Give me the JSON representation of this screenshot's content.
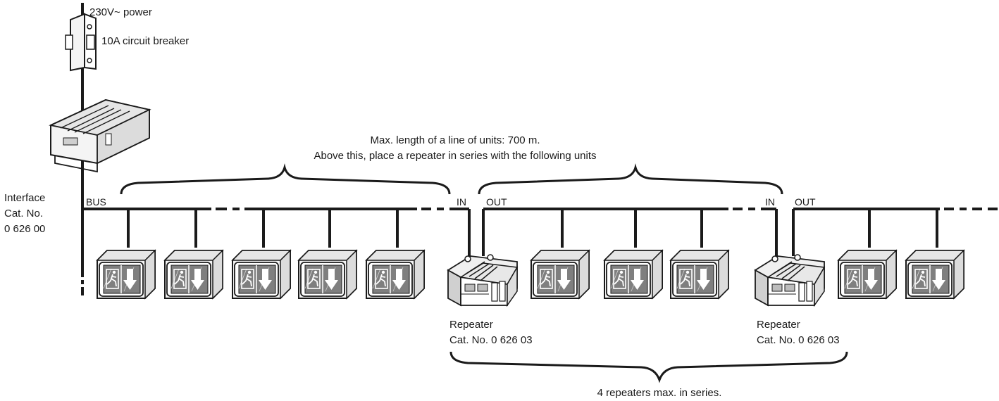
{
  "labels": {
    "power": "230V~ power",
    "breaker": "10A circuit breaker",
    "interface_line1": "Interface",
    "interface_line2": "Cat. No.",
    "interface_line3": "0 626 00",
    "max_length_line1": "Max. length of a line of units: 700 m.",
    "max_length_line2": "Above this, place a repeater in series with the following units",
    "bus": "BUS",
    "in": "IN",
    "out": "OUT",
    "repeater_line1": "Repeater",
    "repeater_line2": "Cat. No. 0 626 03",
    "repeaters_max": "4 repeaters max. in series."
  },
  "units": {
    "segment_1_count": 5,
    "segment_2_count": 3,
    "segment_3_count": 2,
    "repeater_count": 2
  },
  "colors": {
    "line": "#1a1a1a",
    "unit_body": "#f2f2f2",
    "unit_face": "#7a7a7a",
    "unit_screen": "#8c8c8c"
  },
  "icons": {
    "exit_unit": "emergency-exit-sign-icon",
    "repeater": "repeater-module-icon",
    "breaker": "circuit-breaker-icon",
    "interface": "interface-module-icon"
  }
}
